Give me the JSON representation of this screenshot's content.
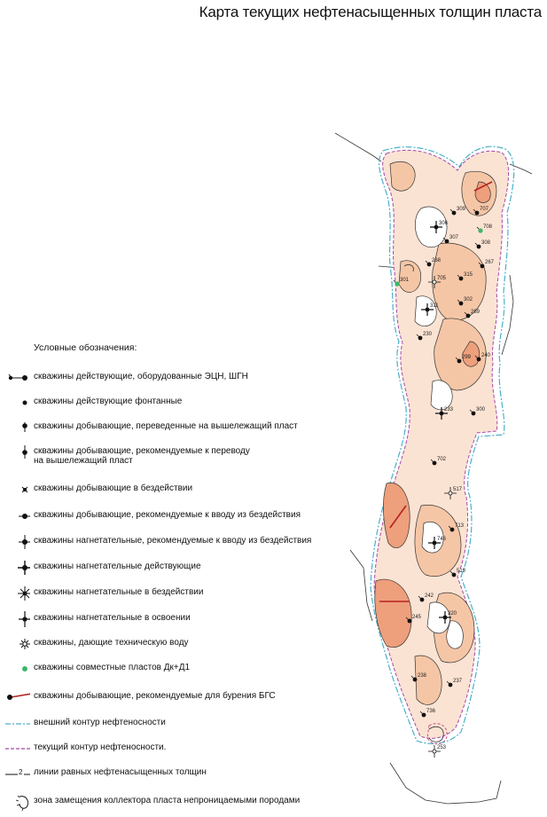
{
  "title": "Карта текущих нефтенасыщенных толщин пласта",
  "legend": {
    "header": "Условные обозначения:",
    "items": [
      {
        "key": "producing-esp",
        "label": "скважины действующие, оборудованные ЭЦН, ШГН"
      },
      {
        "key": "producing-flowing",
        "label": "скважины действующие фонтанные"
      },
      {
        "key": "transferred-upper",
        "label": "скважины добывающие, переведенные на вышележащий пласт"
      },
      {
        "key": "recommended-transfer",
        "label": "скважины добывающие, рекомендуемые к переводу\nна вышележащий пласт"
      },
      {
        "key": "idle-producing",
        "label": "скважины добывающие в бездействии"
      },
      {
        "key": "producing-recommended-reactivation",
        "label": "скважины добывающие, рекомендуемые к вводу из бездействия"
      },
      {
        "key": "injection-recommended-reactivation",
        "label": "скважины нагнетательные, рекомендуемые к вводу из бездействия"
      },
      {
        "key": "injection-active",
        "label": "скважины нагнетательные действующие"
      },
      {
        "key": "injection-idle",
        "label": "скважины нагнетательные в бездействии"
      },
      {
        "key": "injection-development",
        "label": "скважины нагнетательные в освоении"
      },
      {
        "key": "technical-water",
        "label": "скважины, дающие техническую воду"
      },
      {
        "key": "joint-wells",
        "label": "скважины совместные пластов Дк+Д1"
      },
      {
        "key": "bgs-recommended",
        "label": "скважины добывающие, рекомендуемые для бурения БГС"
      },
      {
        "key": "outer-contour",
        "label": "внешний контур нефтеносности"
      },
      {
        "key": "current-contour",
        "label": "текущий контур нефтеносности."
      },
      {
        "key": "isolines",
        "label": "линии равных нефтенасыщенных толщин",
        "symbol_text": "2"
      },
      {
        "key": "replacement-zone",
        "label": "зона замещения коллектора пласта непроницаемыми породами"
      }
    ]
  },
  "colors": {
    "fill_light": "#fbe3d3",
    "fill_mid": "#f5c6a6",
    "fill_dark": "#ee9f7c",
    "outer_contour": "#4ab0c8",
    "current_contour": "#a34aa8",
    "bgs_line": "#b4231f",
    "joint_well": "#3cb56a"
  },
  "wells": [
    {
      "id": "309"
    },
    {
      "id": "707"
    },
    {
      "id": "306"
    },
    {
      "id": "708"
    },
    {
      "id": "308"
    },
    {
      "id": "307"
    },
    {
      "id": "267"
    },
    {
      "id": "268"
    },
    {
      "id": "315"
    },
    {
      "id": "705"
    },
    {
      "id": "301"
    },
    {
      "id": "302"
    },
    {
      "id": "311"
    },
    {
      "id": "269"
    },
    {
      "id": "230"
    },
    {
      "id": "240"
    },
    {
      "id": "299"
    },
    {
      "id": "233"
    },
    {
      "id": "300"
    },
    {
      "id": "702"
    },
    {
      "id": "517"
    },
    {
      "id": "713"
    },
    {
      "id": "746"
    },
    {
      "id": "518"
    },
    {
      "id": "242"
    },
    {
      "id": "245"
    },
    {
      "id": "320"
    },
    {
      "id": "237"
    },
    {
      "id": "238"
    },
    {
      "id": "736"
    },
    {
      "id": "253"
    }
  ]
}
